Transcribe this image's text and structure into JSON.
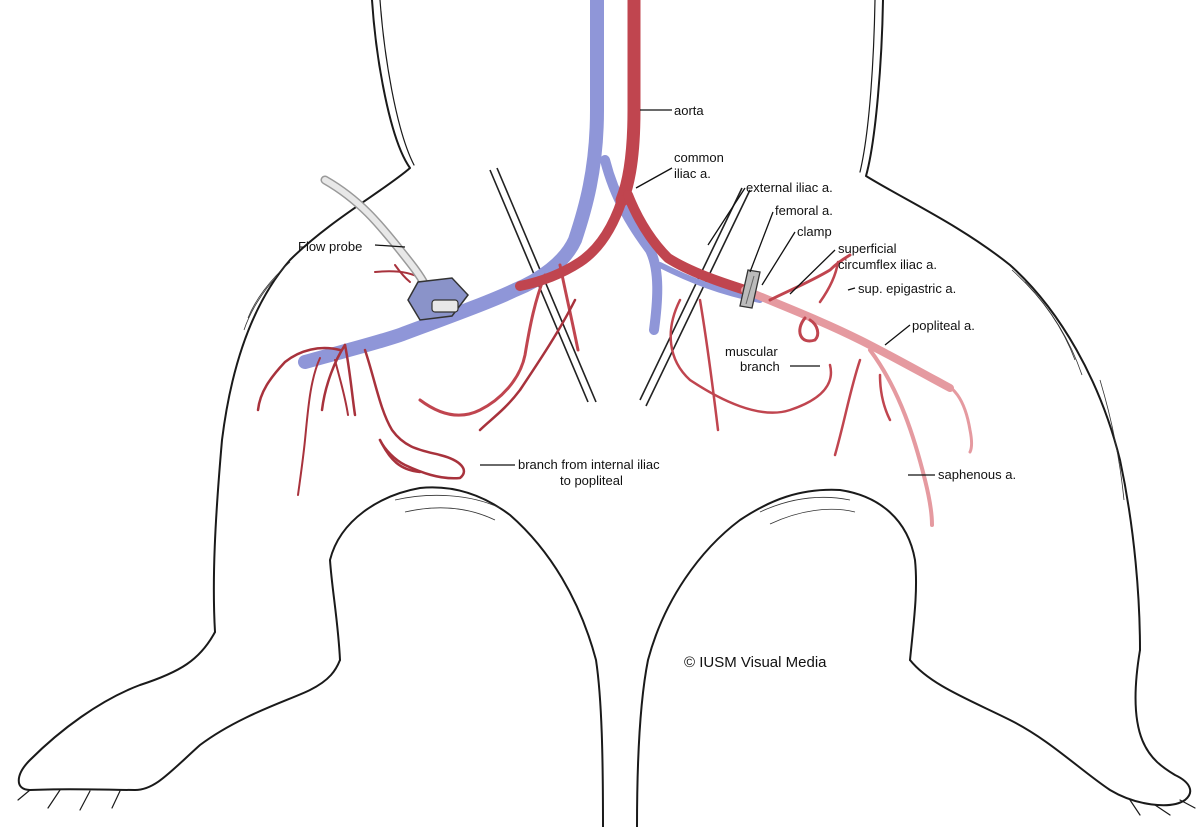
{
  "labels": {
    "aorta": "aorta",
    "common_iliac_1": "common",
    "common_iliac_2": "iliac a.",
    "external_iliac": "external iliac a.",
    "femoral": "femoral a.",
    "clamp": "clamp",
    "superficial_1": "superficial",
    "superficial_2": "circumflex iliac a.",
    "sup_epigastric": "sup. epigastric a.",
    "popliteal": "popliteal a.",
    "muscular_1": "muscular",
    "muscular_2": "branch",
    "saphenous": "saphenous a.",
    "flow_probe": "Flow probe",
    "branch_1": "branch from internal iliac",
    "branch_2": "to popliteal",
    "copyright": "© IUSM Visual Media"
  },
  "colors": {
    "artery": "#c0454f",
    "artery_dark": "#a8323c",
    "artery_light": "#e59aa0",
    "vein": "#8f96d8",
    "probe": "#8a93c9",
    "outline": "#1a1a1a"
  }
}
